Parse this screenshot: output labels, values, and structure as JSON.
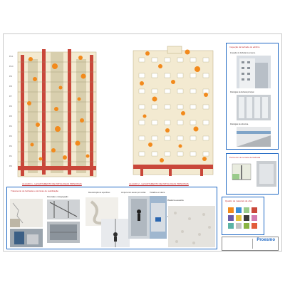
{
  "sheet": {
    "left_elevation_caption": "ALÇADO 1 - LEVANTAMENTO DE PATOLOGIAS PRINCIPAIS",
    "right_elevation_caption": "ALÇADO 2 - LEVANTAMENTO DE PATOLOGIAS PRINCIPAIS",
    "level_labels": [
      "Pi 11",
      "Pi 10",
      "Pi 9",
      "Pi 8",
      "Pi 7",
      "Pi 6",
      "Pi 5",
      "Pi 4",
      "Pi 3",
      "Pi 2",
      "Pi 1",
      "Pi 0"
    ]
  },
  "panels": {
    "inspection": {
      "title": "Inspeção da fachada do edifício",
      "items": [
        "Inspeção de fachada da empena.",
        "Patologias da fachada principal.",
        "Patologias da cobertura."
      ]
    },
    "detail": {
      "title": "Pormenor do remate de fachada"
    },
    "bottom": {
      "title": "Tratamento de fachadas e técnicas de reabilitação",
      "notes": [
        "Fissuração e desagregação",
        "Reconstrução de superfícies",
        "Limpeza com acesso por cordas",
        "Trabalhos em altura",
        "Plataforma elevatória",
        "Textura de acabamento final"
      ]
    },
    "legend": {
      "title": "Quadro de materiais da obra"
    }
  },
  "title_block": {
    "company": "Proesmo"
  },
  "colors": {
    "pathology": "#f28a1c",
    "column": "#c9473a",
    "facade": "#f3ead1",
    "panel_border": "#1f68c4",
    "caption": "#c0282d"
  }
}
